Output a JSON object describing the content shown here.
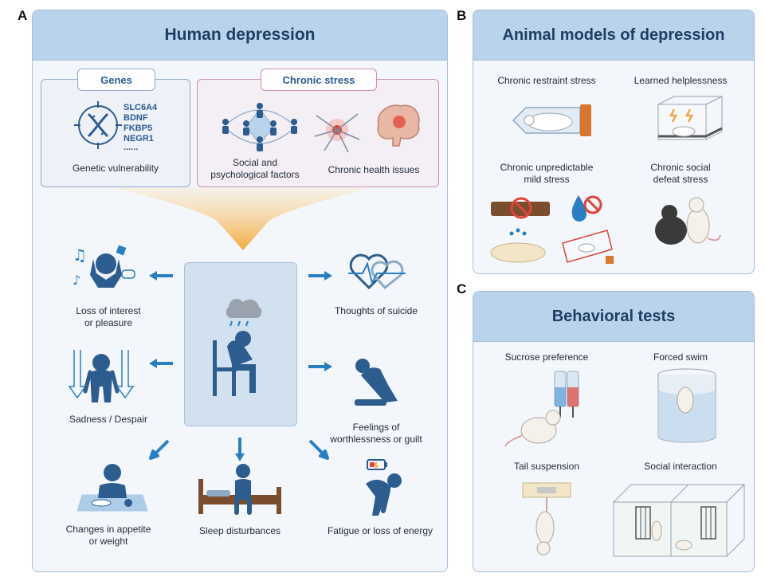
{
  "panel_labels": {
    "a": "A",
    "b": "B",
    "c": "C"
  },
  "human": {
    "title": "Human depression",
    "genes": {
      "tab": "Genes",
      "list": [
        "SLC6A4",
        "BDNF",
        "FKBP5",
        "NEGR1",
        "......"
      ],
      "caption": "Genetic vulnerability"
    },
    "stress": {
      "tab": "Chronic stress",
      "social_caption_1": "Social and",
      "social_caption_2": "psychological factors",
      "health_caption": "Chronic health issues"
    },
    "symptoms": {
      "loss_interest_1": "Loss of interest",
      "loss_interest_2": "or pleasure",
      "sadness": "Sadness / Despair",
      "appetite_1": "Changes in appetite",
      "appetite_2": "or weight",
      "sleep": "Sleep disturbances",
      "fatigue": "Fatigue or loss of energy",
      "suicide": "Thoughts of suicide",
      "worthless_1": "Feelings of",
      "worthless_2": "worthlessness or guilt"
    }
  },
  "animal": {
    "title": "Animal models of depression",
    "restraint": "Chronic restraint stress",
    "helplessness": "Learned helplessness",
    "cums_1": "Chronic unpredictable",
    "cums_2": "mild stress",
    "defeat_1": "Chronic social",
    "defeat_2": "defeat stress"
  },
  "behavior": {
    "title": "Behavioral tests",
    "sucrose": "Sucrose preference",
    "swim": "Forced swim",
    "tail": "Tail suspension",
    "social": "Social interaction"
  },
  "colors": {
    "header_bg": "#b9d3ec",
    "panel_bg": "#f3f6fa",
    "figure_blue": "#2d5d8f",
    "arrow_blue": "#2a7fc4",
    "genes_border": "#8fa9c4",
    "stress_border": "#c88fb3",
    "funnel_orange": "#f2a93b"
  }
}
